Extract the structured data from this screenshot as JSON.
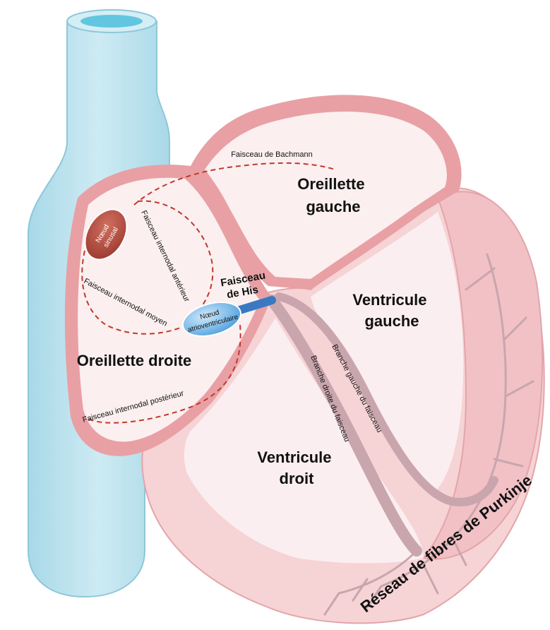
{
  "labels": {
    "left_atrium": [
      "Oreillette",
      "gauche"
    ],
    "left_ventricle": [
      "Ventricule",
      "gauche"
    ],
    "right_atrium": "Oreillette droite",
    "right_ventricle": [
      "Ventricule",
      "droit"
    ],
    "bachmann_bundle": "Faisceau de Bachmann",
    "sinus_node": [
      "Nœud",
      "sinusal"
    ],
    "anterior_internodal": "Faisceau internodal antérieur",
    "middle_internodal": "Faisceau internodal moyen",
    "posterior_internodal": "Faisceau internodal postérieur",
    "av_node": [
      "Nœud",
      "atrioventriculaire"
    ],
    "bundle_of_his": [
      "Faisceau",
      "de His"
    ],
    "left_bundle_branch": "Branche gauche du faisceau",
    "right_bundle_branch": "Branche droite du faisceau",
    "purkinje_network": "Réseau de fibres de Purkinje"
  },
  "colors": {
    "vessel": "#bfe3ee",
    "vessel_top": "#7fd0e6",
    "heart_wall": "#e8a0a4",
    "heart_inner": "#fbeff0",
    "ventricle_wall": "#f3c7ca",
    "conduction_path": "#c0392b",
    "sinus_node": "#b54a3f",
    "av_node": "#5aaee8",
    "his_bundle": "#3a78c2",
    "bundle_branch": "#c9a0a8"
  }
}
